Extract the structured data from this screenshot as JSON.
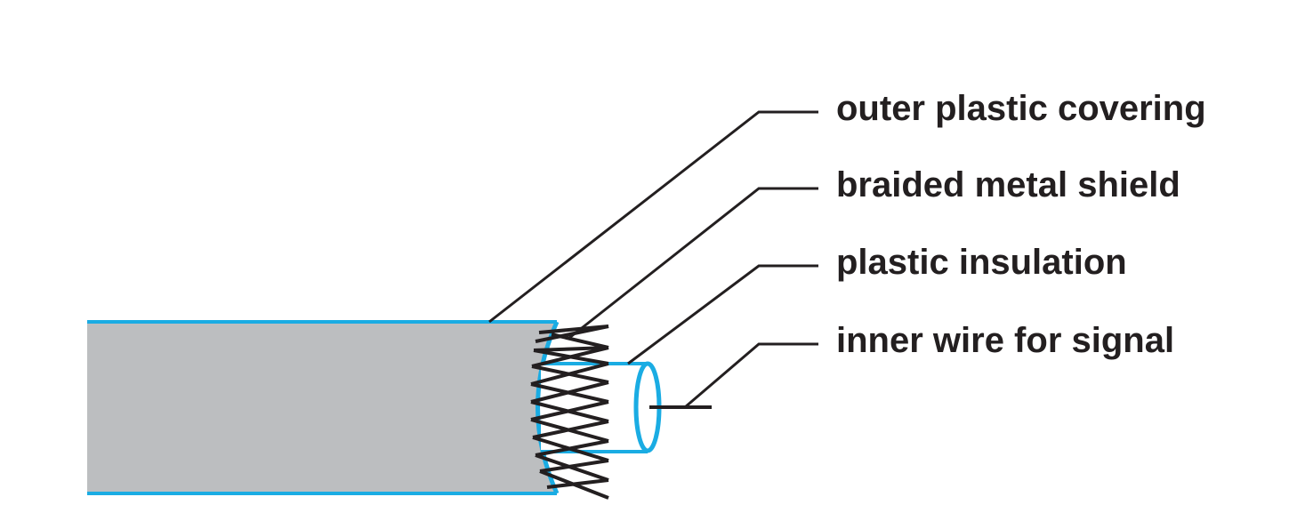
{
  "colors": {
    "cable_fill": "#bcbec0",
    "cable_outline": "#1aace3",
    "braid": "#231f20",
    "leader_line": "#231f20",
    "label_text": "#231f20",
    "background": "#ffffff"
  },
  "labels": {
    "outer_covering": "outer plastic covering",
    "braided_shield": "braided metal shield",
    "plastic_insulation": "plastic insulation",
    "inner_wire": "inner wire for signal"
  }
}
